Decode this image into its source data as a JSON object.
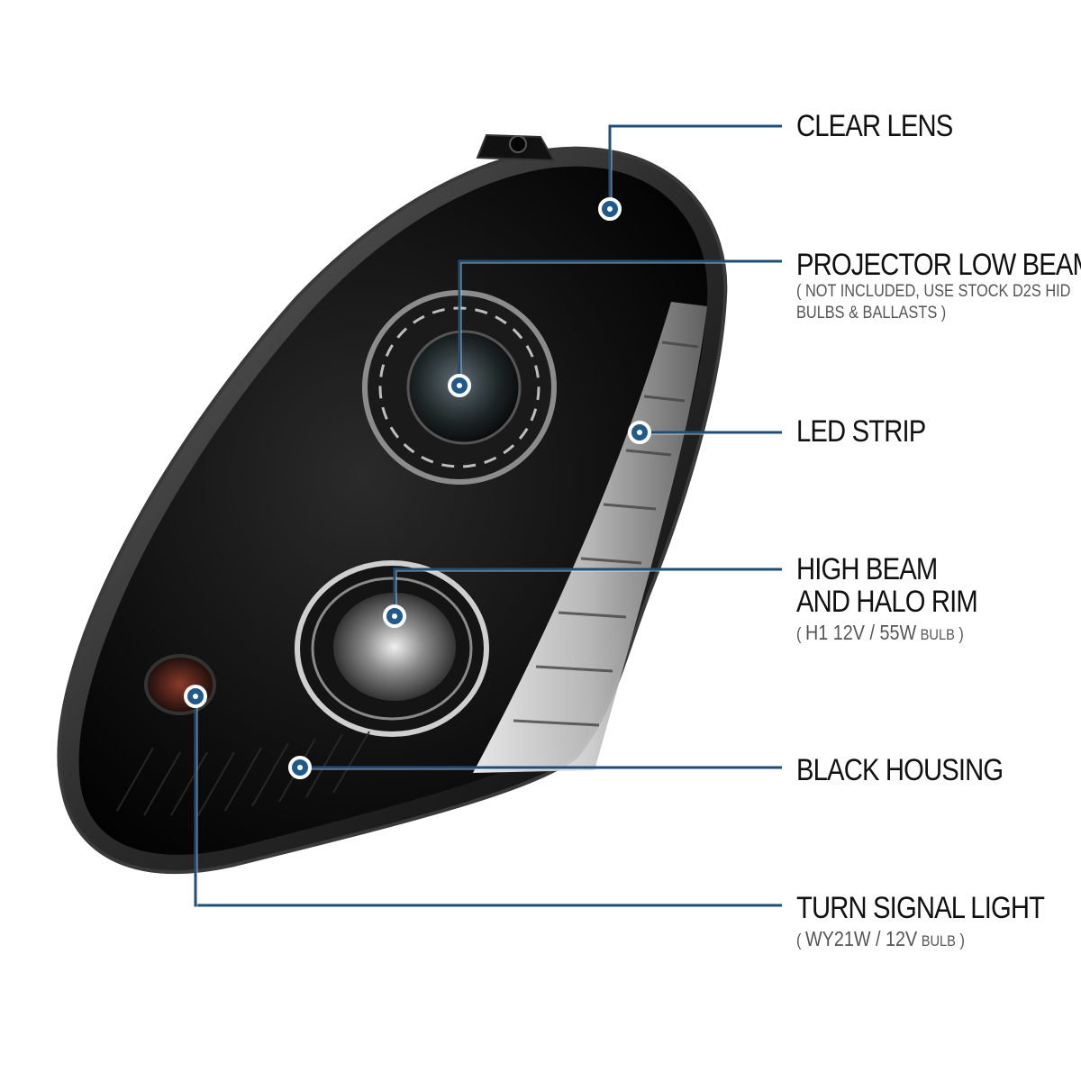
{
  "colors": {
    "leader": "#1d4f78",
    "dot": "#1f5a8a",
    "housing": "#0b0b0b",
    "label_text": "#111111",
    "sub_text": "#555555"
  },
  "callouts": {
    "clear_lens": {
      "title": "CLEAR LENS"
    },
    "projector_low_beam": {
      "title": "PROJECTOR LOW BEAM",
      "sub_line1": "( NOT INCLUDED, USE  STOCK D2S HID",
      "sub_line2": "BULBS & BALLASTS )"
    },
    "led_strip": {
      "title": "LED STRIP"
    },
    "high_beam": {
      "title_line1": "HIGH BEAM",
      "title_line2": "AND HALO RIM",
      "sub_open": "(",
      "sub_spec": "H1  12V / 55W",
      "sub_unit": "BULB",
      "sub_close": ")"
    },
    "black_housing": {
      "title": "BLACK HOUSING"
    },
    "turn_signal": {
      "title": "TURN SIGNAL LIGHT",
      "sub_open": "(",
      "sub_spec": "WY21W / 12V",
      "sub_unit": "BULB",
      "sub_close": ")"
    }
  },
  "image": {
    "subject": "black projector headlight with halo rim and LED strip"
  }
}
